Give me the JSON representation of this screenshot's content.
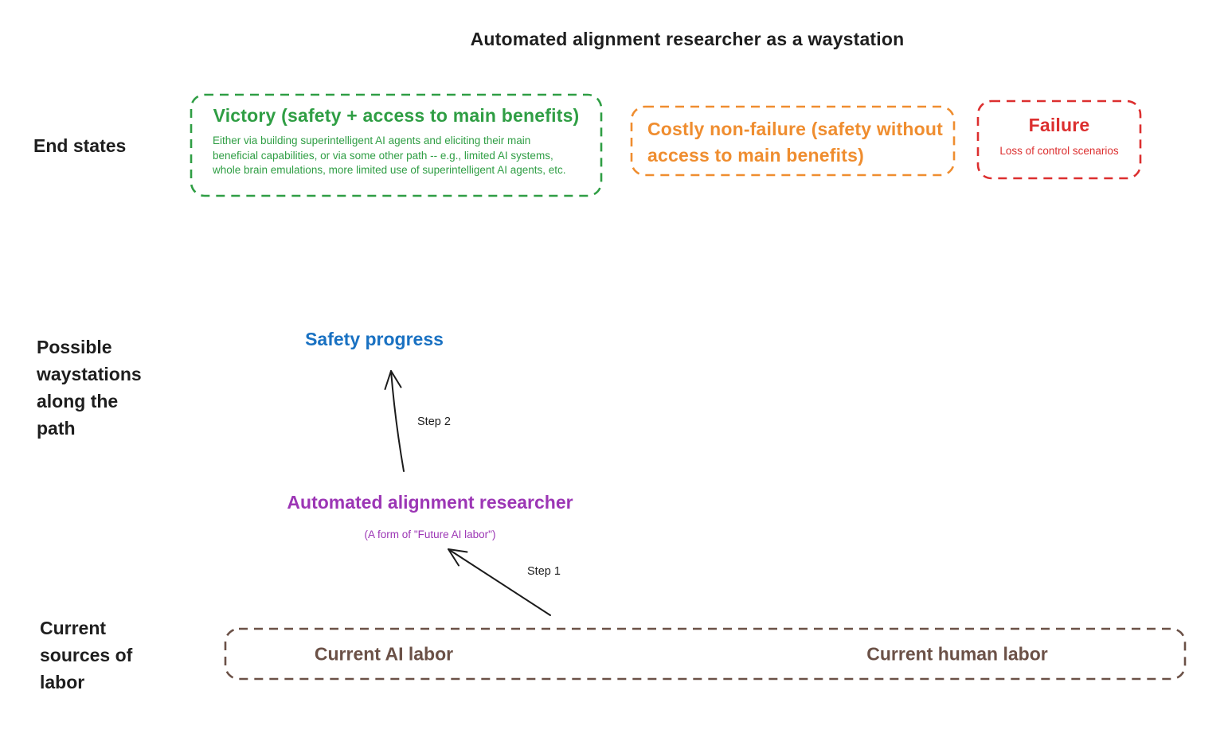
{
  "title": "Automated alignment researcher as a waystation",
  "colors": {
    "green": "#2f9e44",
    "orange": "#ef8d2f",
    "red": "#dc2f2f",
    "blue": "#1971c2",
    "purple": "#9c36b5",
    "brown": "#6b5147",
    "ink": "#1e1e1e"
  },
  "row_labels": {
    "end_states": "End states",
    "waystations": "Possible waystations along the path",
    "current_labor": "Current sources of labor"
  },
  "end_states": {
    "victory": {
      "title": "Victory (safety + access to main benefits)",
      "body": "Either via building superintelligent AI agents and eliciting their main\nbeneficial capabilities, or via some other path -- e.g., limited AI systems,\nwhole brain emulations, more limited use of superintelligent AI agents, etc."
    },
    "costly_non_failure": {
      "title": "Costly non-failure (safety without\naccess to main benefits)"
    },
    "failure": {
      "title": "Failure",
      "body": "Loss of control scenarios"
    }
  },
  "waystations": {
    "safety_progress": "Safety progress",
    "automated_alignment_researcher": "Automated alignment researcher",
    "note": "(A form of \"Future AI labor\")"
  },
  "arrows": {
    "step1_label": "Step 1",
    "step2_label": "Step 2"
  },
  "labor": {
    "ai": "Current AI labor",
    "human": "Current human labor"
  }
}
